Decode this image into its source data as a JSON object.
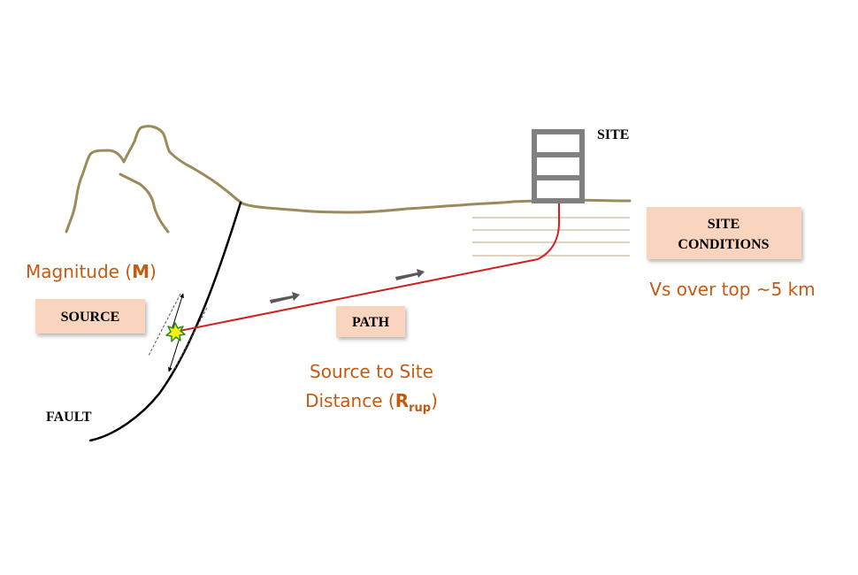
{
  "labels": {
    "site": "SITE",
    "fault": "FAULT",
    "source_box": "SOURCE",
    "path_box": "PATH",
    "site_conditions_line1": "SITE",
    "site_conditions_line2": "CONDITIONS"
  },
  "annotations": {
    "magnitude_prefix": "Magnitude (",
    "magnitude_symbol": "M",
    "magnitude_suffix": ")",
    "source_to_site_line1": "Source to Site",
    "distance_prefix": "Distance (",
    "distance_symbol": "R",
    "distance_subscript": "rup",
    "distance_suffix": ")",
    "vs_note": "Vs over top ~5 km"
  },
  "colors": {
    "terrain": "#9c8a5b",
    "building": "#808080",
    "ray_path": "#d42020",
    "fault_line": "#000000",
    "label_box_fill": "#f9d5bf",
    "annotation_text": "#c55a11",
    "soil_layers": "#d8c2a8",
    "arrow": "#595959",
    "hypocenter_fill": "#f2f20c",
    "hypocenter_stroke": "#2e8b2e"
  }
}
